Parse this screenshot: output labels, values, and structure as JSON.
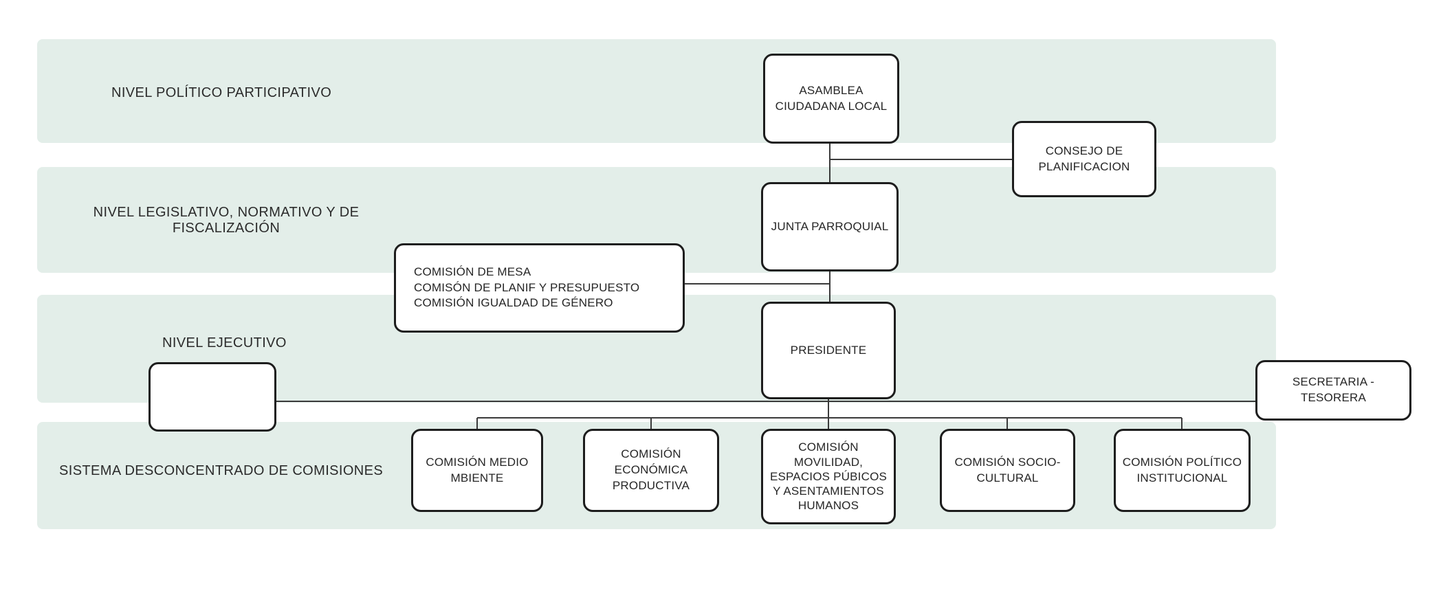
{
  "diagram": {
    "type": "org-chart",
    "levels": [
      {
        "id": "politico",
        "label": "NIVEL POLÍTICO PARTICIPATIVO"
      },
      {
        "id": "legislativo",
        "label": "NIVEL LEGISLATIVO, NORMATIVO Y DE\nFISCALIZACIÓN"
      },
      {
        "id": "ejecutivo",
        "label": "NIVEL EJECUTIVO"
      },
      {
        "id": "comisiones",
        "label": "SISTEMA DESCONCENTRADO DE COMISIONES"
      }
    ],
    "nodes": {
      "asamblea": {
        "label": "ASAMBLEA\nCIUDADANA LOCAL"
      },
      "consejo": {
        "label": "CONSEJO DE\nPLANIFICACION"
      },
      "junta": {
        "label": "JUNTA PARROQUIAL"
      },
      "comisiones_junta": {
        "label": "COMISIÓN DE MESA\nCOMISÓN DE PLANIF Y PRESUPUESTO\nCOMISIÓN IGUALDAD DE GÉNERO"
      },
      "presidente": {
        "label": "PRESIDENTE"
      },
      "vacante": {
        "label": ""
      },
      "secretaria": {
        "label": "SECRETARIA -\nTESORERA"
      },
      "c_medio_ambiente": {
        "label": "COMISIÓN MEDIO\nMBIENTE"
      },
      "c_economica": {
        "label": "COMISIÓN\nECONÓMICA\nPRODUCTIVA"
      },
      "c_movilidad": {
        "label": "COMISIÓN\nMOVILIDAD,\nESPACIOS PÚBICOS\nY ASENTAMIENTOS\nHUMANOS"
      },
      "c_socio": {
        "label": "COMISIÓN SOCIO-\nCULTURAL"
      },
      "c_politico": {
        "label": "COMISIÓN POLÍTICO\nINSTITUCIONAL"
      }
    },
    "colors": {
      "band": "#e3eee9",
      "box_border": "#1d1d1d",
      "box_bg": "#ffffff",
      "line": "#3a3a3a",
      "text": "#262626"
    }
  }
}
